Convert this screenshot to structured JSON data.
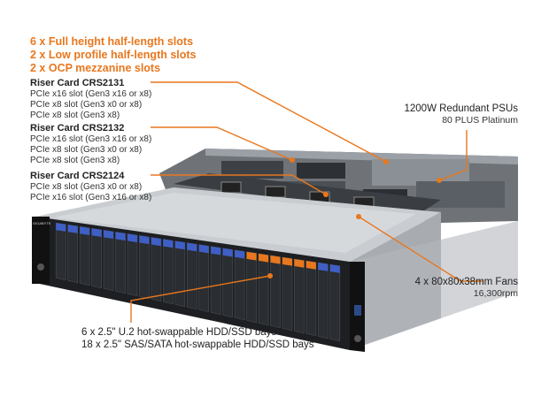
{
  "headline": [
    "6 x Full height half-length slots",
    "2 x Low profile half-length slots",
    "2 x OCP mezzanine slots"
  ],
  "risers": [
    {
      "name": "Riser Card CRS2131",
      "lines": [
        "PCIe x16 slot (Gen3 x16 or x8)",
        "PCIe x8 slot (Gen3 x0 or x8)",
        "PCIe x8 slot (Gen3 x8)"
      ]
    },
    {
      "name": "Riser Card CRS2132",
      "lines": [
        "PCIe x16 slot (Gen3 x16 or x8)",
        "PCIe x8 slot (Gen3 x0 or x8)",
        "PCIe x8 slot (Gen3 x8)"
      ]
    },
    {
      "name": "Riser Card CRS2124",
      "lines": [
        "PCIe x8 slot (Gen3 x0 or x8)",
        "PCIe x16 slot (Gen3 x16 or x8)"
      ]
    }
  ],
  "psu": {
    "title": "1200W Redundant PSUs",
    "subtitle": "80 PLUS Platinum"
  },
  "fans": {
    "title": "4 x 80x80x38mm Fans",
    "subtitle": "16,300rpm"
  },
  "bays": [
    "6 x 2.5\" U.2 hot-swappable HDD/SSD bays",
    "18 x 2.5\" SAS/SATA hot-swappable HDD/SSD bays"
  ],
  "brand_badge": "GIGABYTE",
  "colors": {
    "accent": "#e8771e",
    "callout_line": "#e8771e",
    "blue_latch": "#3f5fc6",
    "orange_latch": "#e8771e"
  }
}
